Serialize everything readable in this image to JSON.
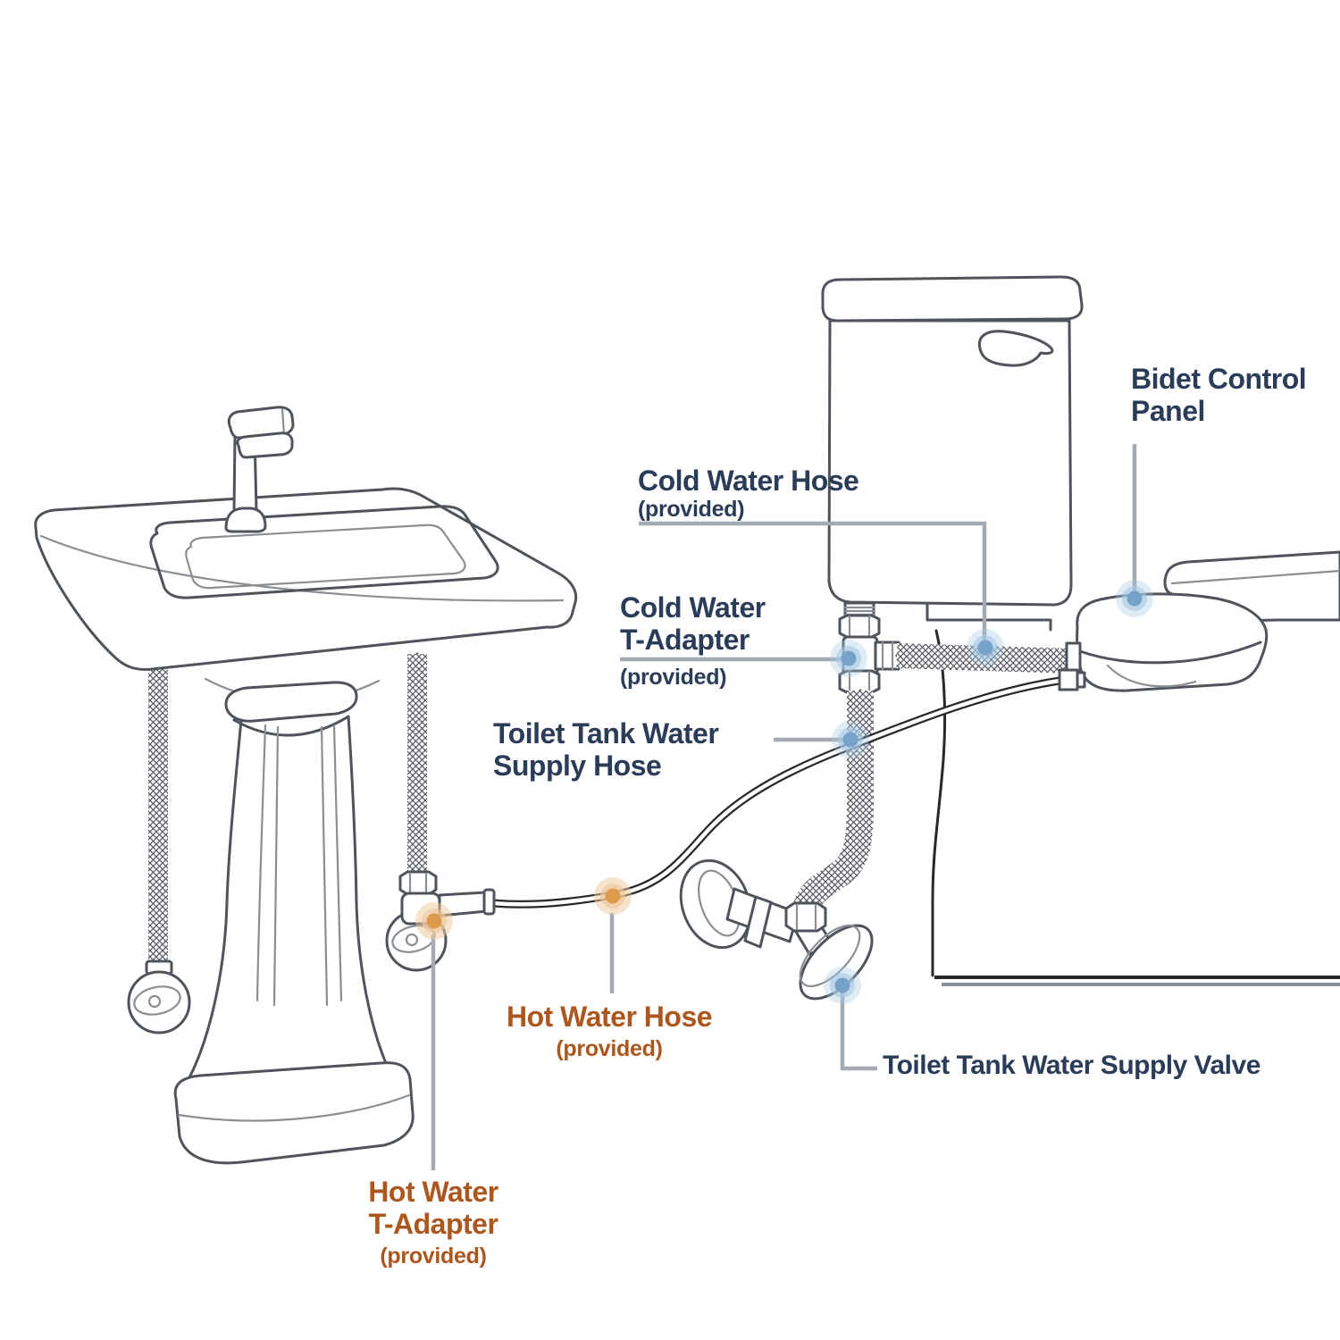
{
  "labels": {
    "cold_water_hose": {
      "lines": [
        "Cold Water Hose"
      ],
      "note": "(provided)"
    },
    "cold_water_t_adapter": {
      "lines": [
        "Cold Water",
        "T-Adapter"
      ],
      "note": "(provided)"
    },
    "toilet_tank_water_supply_hose": {
      "lines": [
        "Toilet Tank Water",
        "Supply Hose"
      ]
    },
    "bidet_control_panel": {
      "lines": [
        "Bidet Control",
        "Panel"
      ]
    },
    "hot_water_hose": {
      "lines": [
        "Hot Water Hose"
      ],
      "note": "(provided)"
    },
    "toilet_tank_water_supply_valve": {
      "lines": [
        "Toilet Tank Water Supply Valve"
      ]
    },
    "hot_water_t_adapter": {
      "lines": [
        "Hot Water",
        "T-Adapter"
      ],
      "note": "(provided)"
    }
  },
  "markers": {
    "blue_markers": [
      "bidet-control-panel",
      "cold-water-hose",
      "cold-water-t-adapter",
      "toilet-tank-water-supply-hose",
      "toilet-tank-water-supply-valve"
    ],
    "orange_markers": [
      "hot-water-hose",
      "hot-water-t-adapter"
    ]
  },
  "components": [
    "pedestal-sink",
    "faucet",
    "shutoff-valve-knob",
    "hot-water-t-adapter",
    "hot-water-hose",
    "toilet-tank",
    "flush-handle",
    "toilet-seat",
    "bidet-control-panel",
    "cold-water-t-adapter",
    "cold-water-hose",
    "toilet-tank-water-supply-hose",
    "toilet-tank-water-supply-valve"
  ],
  "colors": {
    "navy": "#2b3c58",
    "orange": "#ac571d",
    "leader": "#a4aab1",
    "ink": "#4f545a",
    "ink_dark": "#26282c",
    "detail": "#8a8f94",
    "braid": "#54585e",
    "marker_blue": "#76a1c8",
    "marker_blue_halo": "#a7c8e2",
    "marker_orange": "#de9a4c",
    "marker_orange_halo": "#eec79a"
  }
}
